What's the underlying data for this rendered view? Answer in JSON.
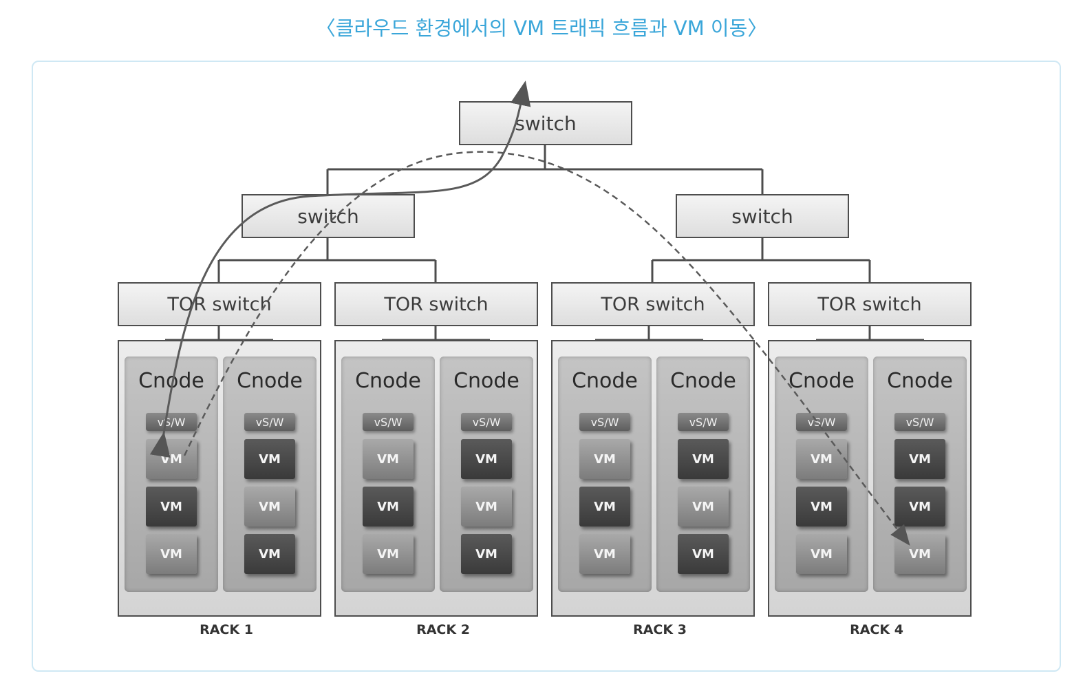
{
  "title": "〈클라우드 환경에서의 VM 트래픽 흐름과 VM 이동〉",
  "core_switch": "switch",
  "agg_switches": [
    "switch",
    "switch"
  ],
  "tor_switches": [
    "TOR switch",
    "TOR switch",
    "TOR switch",
    "TOR switch"
  ],
  "racks": [
    {
      "label": "RACK 1",
      "cnodes": [
        {
          "label": "Cnode",
          "vsw": "vS/W",
          "vms": [
            {
              "label": "VM",
              "shade": "light"
            },
            {
              "label": "VM",
              "shade": "dark"
            },
            {
              "label": "VM",
              "shade": "light"
            }
          ]
        },
        {
          "label": "Cnode",
          "vsw": "vS/W",
          "vms": [
            {
              "label": "VM",
              "shade": "dark"
            },
            {
              "label": "VM",
              "shade": "light"
            },
            {
              "label": "VM",
              "shade": "dark"
            }
          ]
        }
      ]
    },
    {
      "label": "RACK 2",
      "cnodes": [
        {
          "label": "Cnode",
          "vsw": "vS/W",
          "vms": [
            {
              "label": "VM",
              "shade": "light"
            },
            {
              "label": "VM",
              "shade": "dark"
            },
            {
              "label": "VM",
              "shade": "light"
            }
          ]
        },
        {
          "label": "Cnode",
          "vsw": "vS/W",
          "vms": [
            {
              "label": "VM",
              "shade": "dark"
            },
            {
              "label": "VM",
              "shade": "light"
            },
            {
              "label": "VM",
              "shade": "dark"
            }
          ]
        }
      ]
    },
    {
      "label": "RACK 3",
      "cnodes": [
        {
          "label": "Cnode",
          "vsw": "vS/W",
          "vms": [
            {
              "label": "VM",
              "shade": "light"
            },
            {
              "label": "VM",
              "shade": "dark"
            },
            {
              "label": "VM",
              "shade": "light"
            }
          ]
        },
        {
          "label": "Cnode",
          "vsw": "vS/W",
          "vms": [
            {
              "label": "VM",
              "shade": "dark"
            },
            {
              "label": "VM",
              "shade": "light"
            },
            {
              "label": "VM",
              "shade": "dark"
            }
          ]
        }
      ]
    },
    {
      "label": "RACK 4",
      "cnodes": [
        {
          "label": "Cnode",
          "vsw": "vS/W",
          "vms": [
            {
              "label": "VM",
              "shade": "light"
            },
            {
              "label": "VM",
              "shade": "dark"
            },
            {
              "label": "VM",
              "shade": "light"
            }
          ]
        },
        {
          "label": "Cnode",
          "vsw": "vS/W",
          "vms": [
            {
              "label": "VM",
              "shade": "dark"
            },
            {
              "label": "VM",
              "shade": "dark"
            },
            {
              "label": "VM",
              "shade": "light"
            }
          ]
        }
      ]
    }
  ]
}
